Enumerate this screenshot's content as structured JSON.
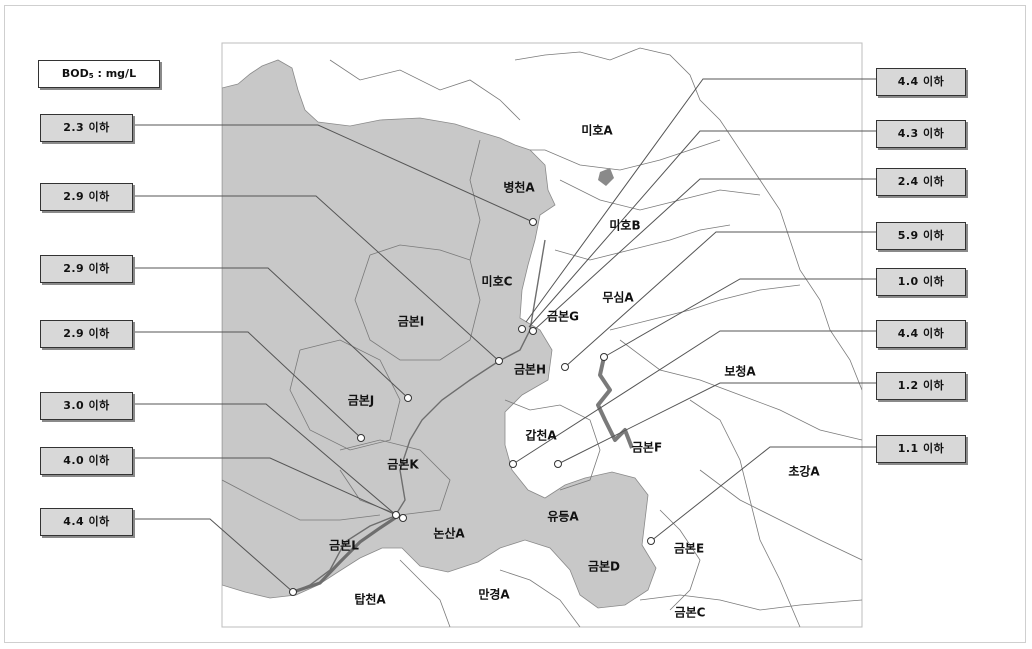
{
  "legend": {
    "prefix": "BOD",
    "subscript": "5",
    "unit": " : mg/L"
  },
  "left_labels": [
    "2.3 이하",
    "2.9 이하",
    "2.9 이하",
    "2.9 이하",
    "3.0 이하",
    "4.0 이하",
    "4.4 이하"
  ],
  "right_labels": [
    "4.4 이하",
    "4.3 이하",
    "2.4 이하",
    "5.9 이하",
    "1.0 이하",
    "4.4 이하",
    "1.2 이하",
    "1.1 이하"
  ],
  "regions": [
    "미호A",
    "병천A",
    "미호B",
    "미호C",
    "무심A",
    "금본G",
    "금본I",
    "금본H",
    "보청A",
    "금본J",
    "갑천A",
    "금본F",
    "금본K",
    "초강A",
    "유등A",
    "논산A",
    "금본L",
    "금본E",
    "금본D",
    "탑천A",
    "만경A",
    "금본C"
  ],
  "colors": {
    "basin_fill": "#c8c8c8",
    "box_fill": "#d8d8d8",
    "river": "#6e6e6e"
  }
}
